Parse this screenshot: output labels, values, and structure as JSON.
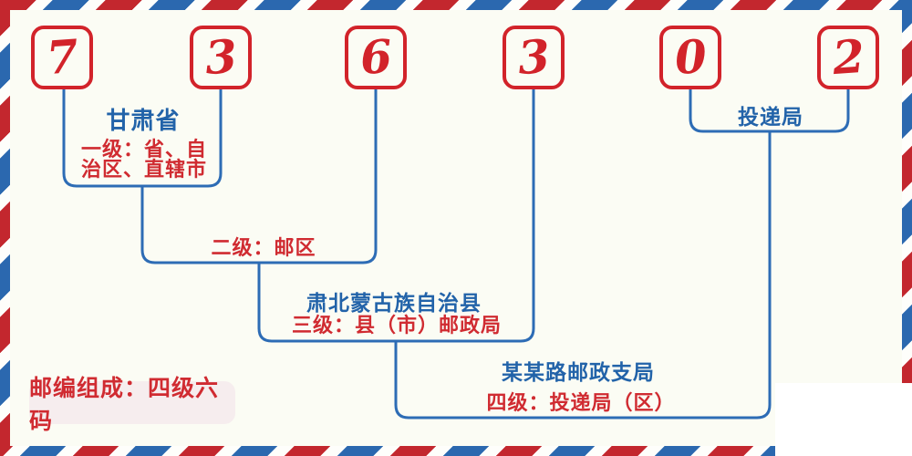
{
  "postal_code": {
    "digits": [
      "7",
      "3",
      "6",
      "3",
      "0",
      "2"
    ]
  },
  "annotations": {
    "province": "甘肃省",
    "level1_line1": "一级：省、自",
    "level1_line2": "治区、直辖市",
    "level2": "二级：邮区",
    "county": "肃北蒙古族自治县",
    "level3": "三级：县（市）邮政局",
    "branch": "某某路邮政支局",
    "level4": "四级：投递局（区）",
    "delivery": "投递局",
    "footer_note": "邮编组成：四级六码"
  },
  "colors": {
    "stripe_red": "#c3272e",
    "stripe_blue": "#2b68af",
    "line_blue": "#2d6cb5",
    "text_blue": "#2263a9",
    "text_red": "#d02b31",
    "digit_red": "#d2232a",
    "panel_bg": "#fbfcf4",
    "note_pink_bg": "#f6edee",
    "patch_white": "#ffffff"
  }
}
